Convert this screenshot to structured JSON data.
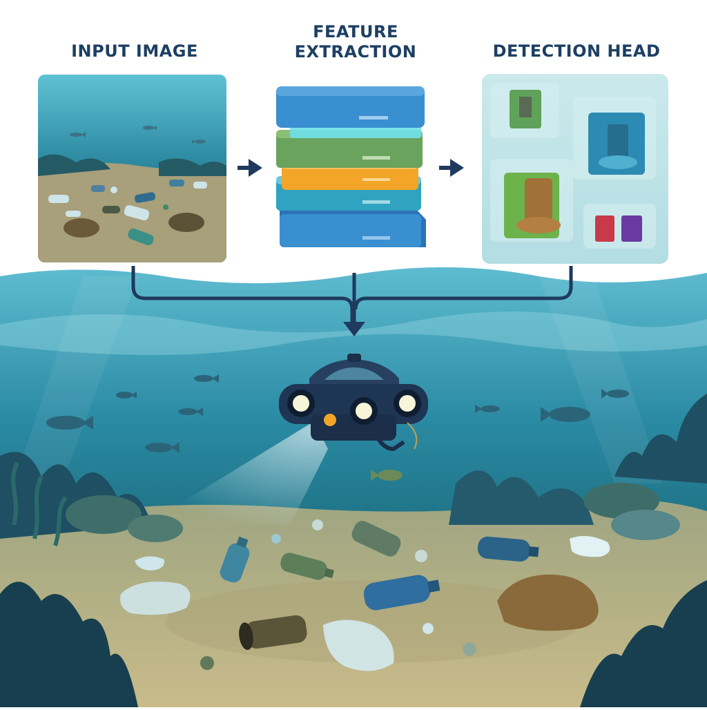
{
  "stages": [
    {
      "id": "input",
      "title": "INPUT IMAGE"
    },
    {
      "id": "feature",
      "title": "FEATURE\nEXTRACTION"
    },
    {
      "id": "detection",
      "title": "DETECTION HEAD"
    }
  ],
  "colors": {
    "title": "#1d3f63",
    "connector": "#1e3a5c",
    "water_light": "#4fb2c4",
    "water_deep": "#15586a",
    "seabed": "#b9ad82",
    "layer_blue": "#3a8fd0",
    "layer_green": "#6aa35e",
    "layer_orange": "#f2a526",
    "layer_teal": "#2fa3c0",
    "rov_body": "#1f3554"
  },
  "icons": [
    "arrow-right-icon",
    "rov-icon",
    "fish-icon",
    "bottle-icon",
    "plastic-bag-icon",
    "coral-icon"
  ]
}
